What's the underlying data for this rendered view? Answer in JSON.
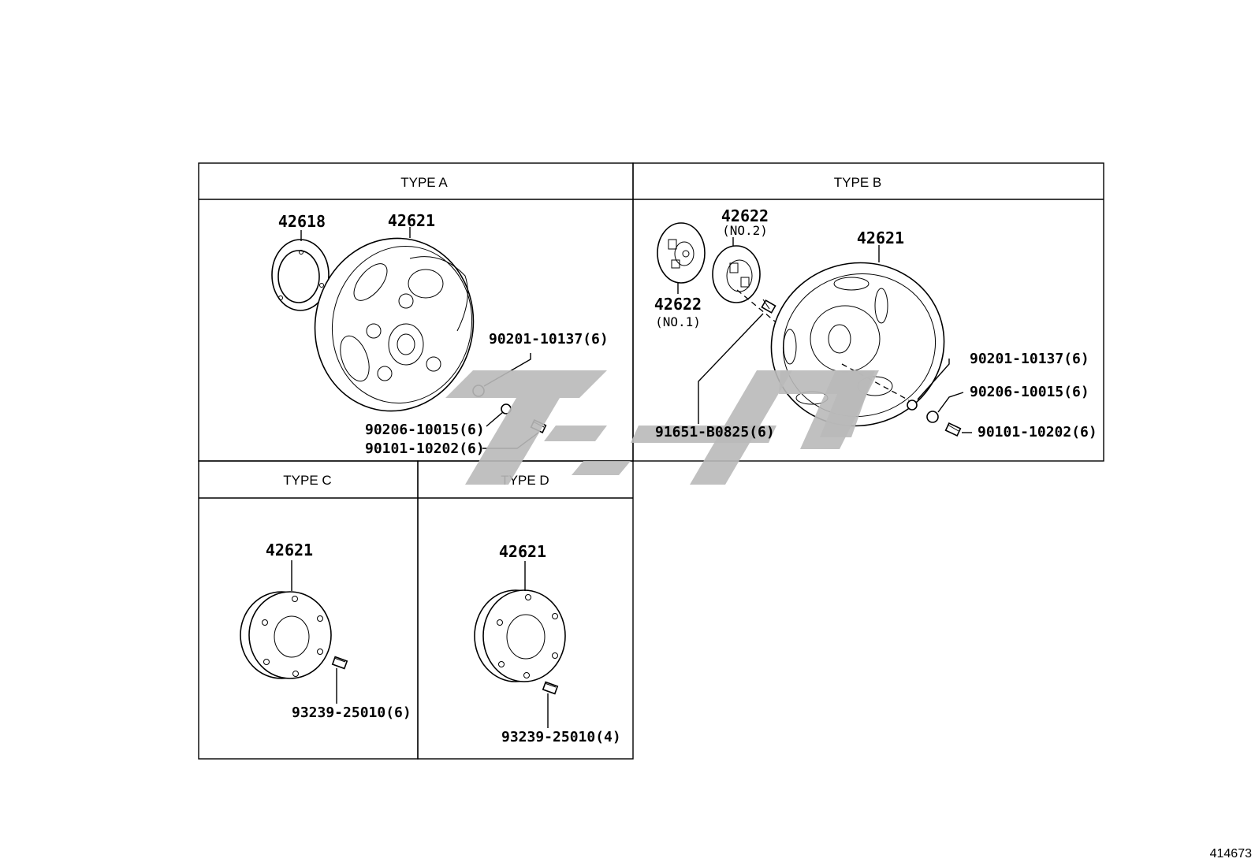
{
  "panels": {
    "type_a": {
      "title": "TYPE A"
    },
    "type_b": {
      "title": "TYPE B"
    },
    "type_c": {
      "title": "TYPE C"
    },
    "type_d": {
      "title": "TYPE D"
    }
  },
  "labels": {
    "a_seal": "42618",
    "a_cap": "42621",
    "a_nut1": "90201-10137(6)",
    "a_nut2": "90206-10015(6)",
    "a_bolt": "90101-10202(6)",
    "b_n2": "42622",
    "b_n2_sub": "(NO.2)",
    "b_cap": "42621",
    "b_n1": "42622",
    "b_n1_sub": "(NO.1)",
    "b_screw": "91651-B0825(6)",
    "b_nut1": "90201-10137(6)",
    "b_nut2": "90206-10015(6)",
    "b_bolt": "90101-10202(6)",
    "c_cap": "42621",
    "c_bolt": "93239-25010(6)",
    "d_cap": "42621",
    "d_bolt": "93239-25010(4)"
  },
  "figure_id": "414673",
  "icons": {
    "watermark": "watermark-logo"
  }
}
